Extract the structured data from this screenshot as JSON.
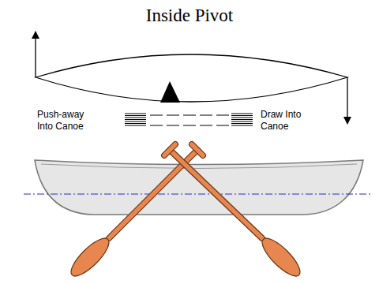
{
  "diagram": {
    "title": "Inside Pivot",
    "labels": [
      "Push-away Into Canoe",
      "Draw Into Canoe"
    ]
  }
}
